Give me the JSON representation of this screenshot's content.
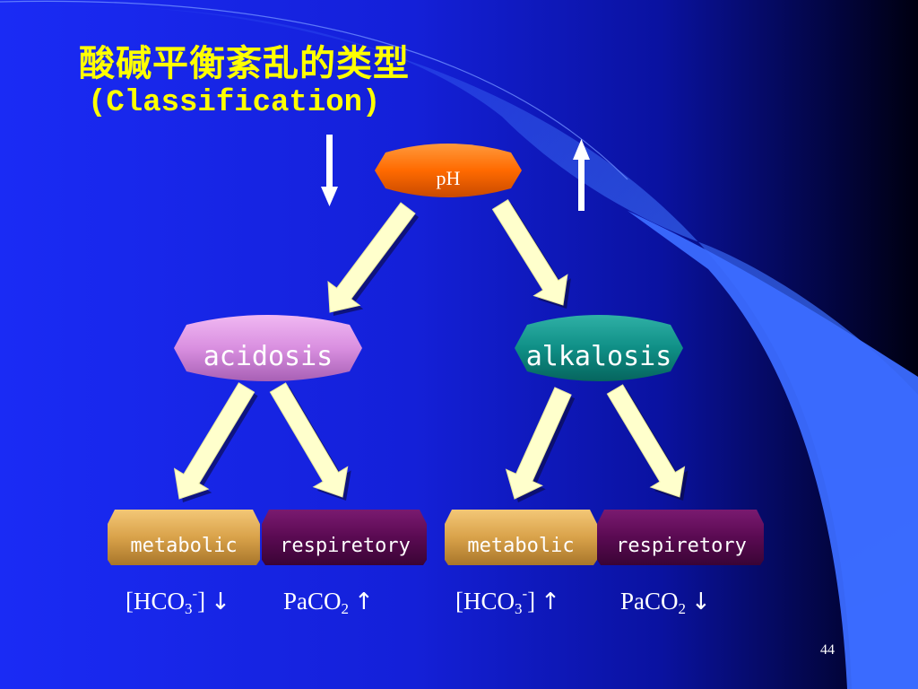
{
  "title": {
    "line1": "酸碱平衡紊乱的类型",
    "line2": "(Classification)"
  },
  "nodes": {
    "root": "pH",
    "acidosis": "acidosis",
    "alkalosis": "alkalosis"
  },
  "boxes": [
    {
      "label": "metabolic",
      "kind": "metabolic"
    },
    {
      "label": "respiretory",
      "kind": "respiratory"
    },
    {
      "label": "metabolic",
      "kind": "metabolic"
    },
    {
      "label": "respiretory",
      "kind": "respiratory"
    }
  ],
  "formulas": [
    {
      "main": "[HCO",
      "sub": "3",
      "sup": "-",
      "close": "]",
      "arrow": "↓"
    },
    {
      "main": "PaCO",
      "sub": "2",
      "sup": "",
      "close": "",
      "arrow": "↑"
    },
    {
      "main": "[HCO",
      "sub": "3",
      "sup": "-",
      "close": "]",
      "arrow": "↑"
    },
    {
      "main": "PaCO",
      "sub": "2",
      "sup": "",
      "close": "",
      "arrow": "↓"
    }
  ],
  "side_arrows": {
    "left": "down",
    "right": "up"
  },
  "page_number": "44",
  "colors": {
    "title": "#ffff00",
    "root": "#ff6a00",
    "acidosis": "#d98fe0",
    "alkalosis": "#0f8f86",
    "metabolic": "#d9a24a",
    "respiratory": "#5a0a52",
    "arrow": "#ffffcc"
  }
}
